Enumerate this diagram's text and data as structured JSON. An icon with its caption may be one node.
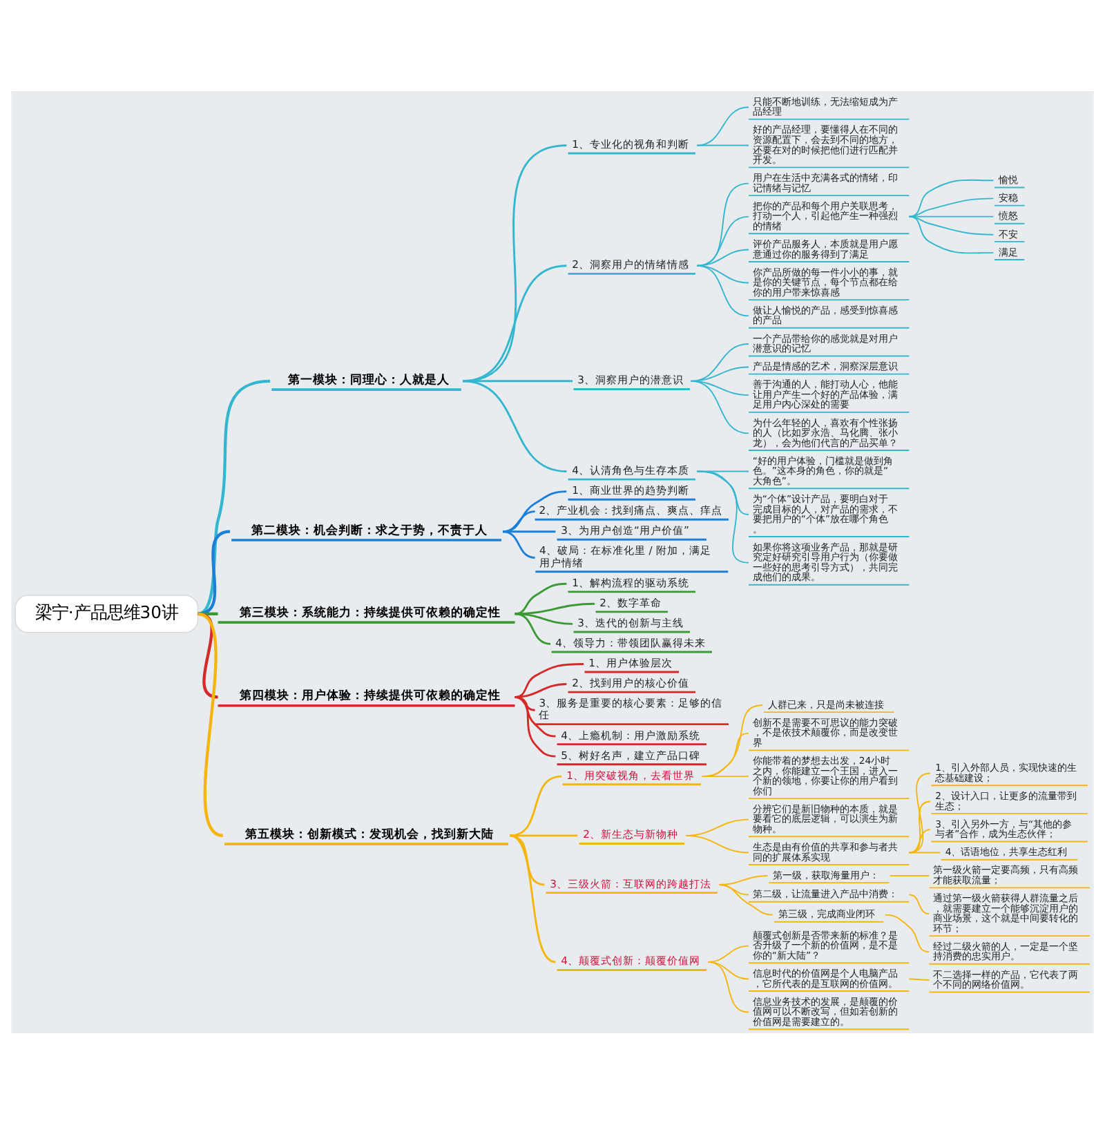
{
  "diagram": {
    "nodes": [
      {
        "text": [
          "梁宁·产品思维30讲"
        ]
      },
      {
        "text": [
          "第一模块：同理心：人就是人"
        ]
      },
      {
        "text": [
          "1、专业化的视角和判断"
        ]
      },
      {
        "text": [
          "只能不断地训练，无法缩短成为产品经理"
        ]
      },
      {
        "text": [
          "好的产品经理，要懂得人在不同的资源配置下，会去到不同的地方，还要在对的时候把他们进行匹配并开发。"
        ]
      },
      {
        "text": [
          "2、洞察用户的情绪情感"
        ]
      },
      {
        "text": [
          "用户在生活中充满各式的情绪，印记情绪与记忆"
        ]
      },
      {
        "text": [
          "把你的产品和每个用户关联思考，打动一个人，引起他产生一种强烈的情绪"
        ]
      },
      {
        "text": [
          "愉悦"
        ]
      },
      {
        "text": [
          "安稳"
        ]
      },
      {
        "text": [
          "愤怒"
        ]
      },
      {
        "text": [
          "不安"
        ]
      },
      {
        "text": [
          "满足"
        ]
      },
      {
        "text": [
          "评价产品服务人，本质就是用户愿意通过你的服务得到了满足"
        ]
      },
      {
        "text": [
          "你产品所做的每一件小小的事，就是你的关键节点，每个节点都在给你的用户带来惊喜感"
        ]
      },
      {
        "text": [
          "做让人愉悦的产品，感受到惊喜感的产品"
        ]
      },
      {
        "text": [
          "3、洞察用户的潜意识"
        ]
      },
      {
        "text": [
          "一个产品带给你的感觉就是对用户潜意识的记忆"
        ]
      },
      {
        "text": [
          "产品是情感的艺术，洞察深层意识"
        ]
      },
      {
        "text": [
          "善于沟通的人，能打动人心，他能让用户产生一个好的产品体验，满足用户内心深处的需要"
        ]
      },
      {
        "text": [
          "为什么年轻的人，喜欢有个性张扬的人（比如罗永浩、马化腾、张小龙），会为他们代言的产品买单？"
        ]
      },
      {
        "text": [
          "4、认清角色与生存本质"
        ]
      },
      {
        "text": [
          "“好的用户体验，门槛就是做到角色。”这本身的角色，你的就是“大角色”。"
        ]
      },
      {
        "text": [
          "为“个体”设计产品，要明白对于完成目标的人，对产品的需求，不要把用户的“个体”放在哪个角色。"
        ]
      },
      {
        "text": [
          "如果你将这项业务产品，那就是研究定好研究引导用户行为（你要做一些好的思考引导方式），共同完成他们的成果。"
        ]
      },
      {
        "text": [
          "第二模块：机会判断：求之于势，不责于人"
        ]
      },
      {
        "text": [
          "1、商业世界的趋势判断"
        ]
      },
      {
        "text": [
          "2、产业机会：找到痛点、爽点、痒点"
        ]
      },
      {
        "text": [
          "3、为用户创造“用户价值”"
        ]
      },
      {
        "text": [
          "4、破局：在标准化里 / 附加，满足用户情绪"
        ]
      },
      {
        "text": [
          "第三模块：系统能力：持续提供可依赖的确定性"
        ]
      },
      {
        "text": [
          "1、解构流程的驱动系统"
        ]
      },
      {
        "text": [
          "2、数字革命"
        ]
      },
      {
        "text": [
          "3、迭代的创新与主线"
        ]
      },
      {
        "text": [
          "4、领导力：带领团队赢得未来"
        ]
      },
      {
        "text": [
          "第四模块：用户体验：持续提供可依赖的确定性"
        ]
      },
      {
        "text": [
          "1、用户体验层次"
        ]
      },
      {
        "text": [
          "2、找到用户的核心价值"
        ]
      },
      {
        "text": [
          "3、服务是重要的核心要素：足够的信任"
        ]
      },
      {
        "text": [
          "4、上瘾机制：用户激励系统"
        ]
      },
      {
        "text": [
          "5、树好名声，建立产品口碑"
        ]
      },
      {
        "text": [
          "第五模块：创新模式：发现机会，找到新大陆"
        ]
      },
      {
        "text": [
          "1、用突破视角，去看世界"
        ]
      },
      {
        "text": [
          "人群已来，只是尚未被连接"
        ]
      },
      {
        "text": [
          "创新不是需要不可思议的能力突破，不是依技术颠覆你，而是改变世界"
        ]
      },
      {
        "text": [
          "你能带着的梦想去出发，24小时之内，你能建立一个王国，进入一个新的领地，你要让你的用户看到你们"
        ]
      },
      {
        "text": [
          "2、新生态与新物种"
        ]
      },
      {
        "text": [
          "分辨它们是新旧物种的本质，就是要看它的底层逻辑，可以演生为新物种。"
        ]
      },
      {
        "text": [
          "生态是由有价值的共享和参与者共同的扩展体系实现"
        ]
      },
      {
        "text": [
          "1、引入外部人员，实现快速的生态基础建设；"
        ]
      },
      {
        "text": [
          "2、设计入口，让更多的流量带到生态；"
        ]
      },
      {
        "text": [
          "3、引入另外一方，与“其他的参与者”合作，成为生态伙伴；"
        ]
      },
      {
        "text": [
          "4、话语地位，共享生态红利"
        ]
      },
      {
        "text": [
          "3、三级火箭：互联网的跨越打法"
        ]
      },
      {
        "text": [
          "第一级，获取海量用户："
        ]
      },
      {
        "text": [
          "第一级火箭一定要高频，只有高频才能获取流量；"
        ]
      },
      {
        "text": [
          "第二级，让流量进入产品中消费："
        ]
      },
      {
        "text": [
          "通过第一级火箭获得人群流量之后，就需要建立一个能够沉淀用户的商业场景，这个就是中间要转化的环节；"
        ]
      },
      {
        "text": [
          "第三级，完成商业闭环"
        ]
      },
      {
        "text": [
          "经过二级火箭的人，一定是一个坚持消费的忠实用户。"
        ]
      },
      {
        "text": [
          "4、颠覆式创新：颠覆价值网"
        ]
      },
      {
        "text": [
          "颠覆式创新是否带来新的标准？是否升级了一个新的价值网，是不是你的“新大陆”？"
        ]
      },
      {
        "text": [
          "信息时代的价值网是个人电脑产品，它所代表的是互联网的价值网。"
        ]
      },
      {
        "text": [
          "不二选择一样的产品，它代表了两个不同的网络价值网。"
        ]
      },
      {
        "text": [
          "信息业务技术的发展，是颠覆的价值网可以不断改写，但如若创新的价值网是需要建立的。"
        ]
      }
    ],
    "edges": [
      {
        "from": 0,
        "to": 1,
        "arrow": "none"
      },
      {
        "from": 1,
        "to": 2,
        "arrow": "none"
      },
      {
        "from": 2,
        "to": 3,
        "arrow": "none"
      },
      {
        "from": 2,
        "to": 4,
        "arrow": "none"
      },
      {
        "from": 1,
        "to": 5,
        "arrow": "none"
      },
      {
        "from": 5,
        "to": 6,
        "arrow": "none"
      },
      {
        "from": 5,
        "to": 7,
        "arrow": "none"
      },
      {
        "from": 7,
        "to": 8,
        "arrow": "none"
      },
      {
        "from": 7,
        "to": 9,
        "arrow": "none"
      },
      {
        "from": 7,
        "to": 10,
        "arrow": "none"
      },
      {
        "from": 7,
        "to": 11,
        "arrow": "none"
      },
      {
        "from": 7,
        "to": 12,
        "arrow": "none"
      },
      {
        "from": 5,
        "to": 13,
        "arrow": "none"
      },
      {
        "from": 5,
        "to": 14,
        "arrow": "none"
      },
      {
        "from": 5,
        "to": 15,
        "arrow": "none"
      },
      {
        "from": 1,
        "to": 16,
        "arrow": "none"
      },
      {
        "from": 16,
        "to": 17,
        "arrow": "none"
      },
      {
        "from": 16,
        "to": 18,
        "arrow": "none"
      },
      {
        "from": 16,
        "to": 19,
        "arrow": "none"
      },
      {
        "from": 16,
        "to": 20,
        "arrow": "none"
      },
      {
        "from": 1,
        "to": 21,
        "arrow": "none"
      },
      {
        "from": 21,
        "to": 22,
        "arrow": "none"
      },
      {
        "from": 21,
        "to": 23,
        "arrow": "none"
      },
      {
        "from": 21,
        "to": 24,
        "arrow": "none"
      },
      {
        "from": 0,
        "to": 25,
        "arrow": "none",
        "color": "#1c7fd8"
      },
      {
        "from": 25,
        "to": 26,
        "arrow": "none",
        "color": "#1c7fd8"
      },
      {
        "from": 25,
        "to": 27,
        "arrow": "none",
        "color": "#1c7fd8"
      },
      {
        "from": 25,
        "to": 28,
        "arrow": "none",
        "color": "#1c7fd8"
      },
      {
        "from": 25,
        "to": 29,
        "arrow": "none",
        "color": "#1c7fd8"
      },
      {
        "from": 0,
        "to": 30,
        "arrow": "none",
        "color": "#3c9a35"
      },
      {
        "from": 30,
        "to": 31,
        "arrow": "none",
        "color": "#3c9a35"
      },
      {
        "from": 30,
        "to": 32,
        "arrow": "none",
        "color": "#3c9a35"
      },
      {
        "from": 30,
        "to": 33,
        "arrow": "none",
        "color": "#3c9a35"
      },
      {
        "from": 30,
        "to": 34,
        "arrow": "none",
        "color": "#3c9a35"
      },
      {
        "from": 0,
        "to": 35,
        "arrow": "none",
        "color": "#d42a2a"
      },
      {
        "from": 35,
        "to": 36,
        "arrow": "none",
        "color": "#d42a2a"
      },
      {
        "from": 35,
        "to": 37,
        "arrow": "none",
        "color": "#d42a2a"
      },
      {
        "from": 35,
        "to": 38,
        "arrow": "none",
        "color": "#d42a2a"
      },
      {
        "from": 35,
        "to": 39,
        "arrow": "none",
        "color": "#d42a2a"
      },
      {
        "from": 35,
        "to": 40,
        "arrow": "none",
        "color": "#d42a2a"
      },
      {
        "from": 0,
        "to": 41,
        "arrow": "none",
        "color": "#f5b50f"
      },
      {
        "from": 41,
        "to": 42,
        "arrow": "none",
        "color": "#f5b50f"
      },
      {
        "from": 42,
        "to": 43,
        "arrow": "none",
        "color": "#f5b50f"
      },
      {
        "from": 42,
        "to": 44,
        "arrow": "none",
        "color": "#f5b50f"
      },
      {
        "from": 42,
        "to": 45,
        "arrow": "none",
        "color": "#f5b50f"
      },
      {
        "from": 41,
        "to": 46,
        "arrow": "none",
        "color": "#f5b50f"
      },
      {
        "from": 46,
        "to": 47,
        "arrow": "none",
        "color": "#f5b50f"
      },
      {
        "from": 46,
        "to": 48,
        "arrow": "none",
        "color": "#f5b50f"
      },
      {
        "from": 48,
        "to": 49,
        "arrow": "none",
        "color": "#f5b50f"
      },
      {
        "from": 48,
        "to": 50,
        "arrow": "none",
        "color": "#f5b50f"
      },
      {
        "from": 48,
        "to": 51,
        "arrow": "none",
        "color": "#f5b50f"
      },
      {
        "from": 48,
        "to": 52,
        "arrow": "none",
        "color": "#f5b50f"
      },
      {
        "from": 41,
        "to": 53,
        "arrow": "none",
        "color": "#f5b50f"
      },
      {
        "from": 53,
        "to": 54,
        "arrow": "none",
        "color": "#f5b50f"
      },
      {
        "from": 54,
        "to": 55,
        "arrow": "none",
        "color": "#f5b50f"
      },
      {
        "from": 53,
        "to": 56,
        "arrow": "none",
        "color": "#f5b50f"
      },
      {
        "from": 56,
        "to": 57,
        "arrow": "none",
        "color": "#f5b50f"
      },
      {
        "from": 53,
        "to": 58,
        "arrow": "none",
        "color": "#f5b50f"
      },
      {
        "from": 58,
        "to": 59,
        "arrow": "none",
        "color": "#f5b50f"
      },
      {
        "from": 41,
        "to": 60,
        "arrow": "none",
        "color": "#f5b50f"
      },
      {
        "from": 60,
        "to": 61,
        "arrow": "none",
        "color": "#f5b50f"
      },
      {
        "from": 60,
        "to": 62,
        "arrow": "none",
        "color": "#f5b50f"
      },
      {
        "from": 62,
        "to": 63,
        "arrow": "none",
        "color": "#f5b50f"
      },
      {
        "from": 60,
        "to": 64,
        "arrow": "none",
        "color": "#f5b50f"
      }
    ]
  }
}
